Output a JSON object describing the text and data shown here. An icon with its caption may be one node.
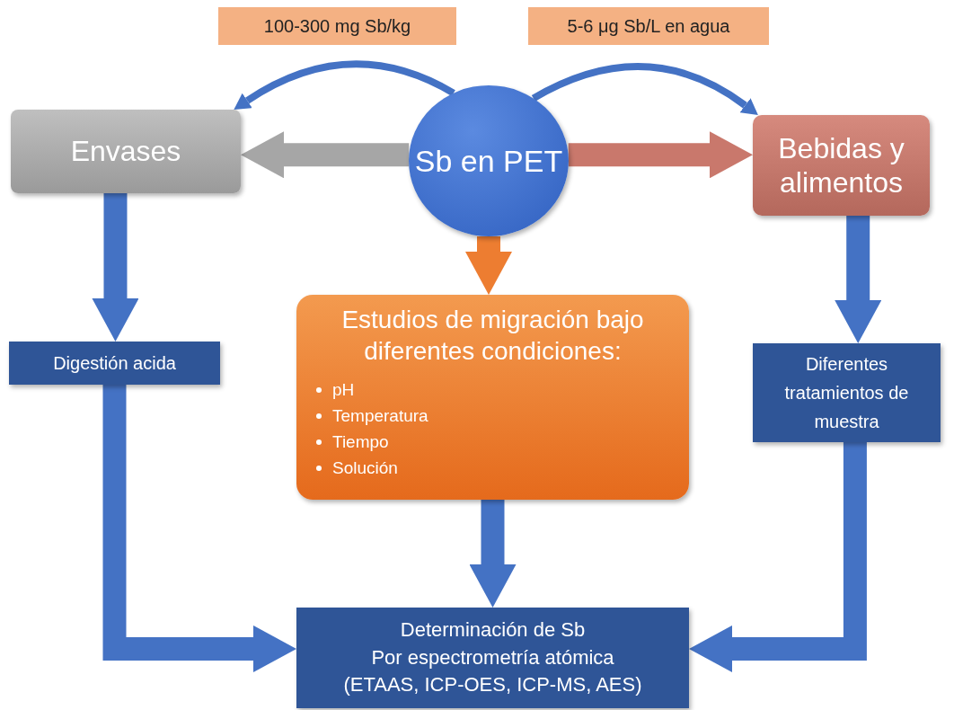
{
  "diagram": {
    "nodes": [
      {
        "text": [
          "Sb en PET"
        ]
      },
      {
        "text": [
          "Envases"
        ]
      },
      {
        "text": [
          "Bebidas y alimentos"
        ]
      },
      {
        "text": [
          "Estudios de migración bajo diferentes condiciones:",
          "pH",
          "Temperatura",
          "Tiempo",
          "Solución"
        ]
      },
      {
        "text": [
          "Digestión acida"
        ]
      },
      {
        "text": [
          "Diferentes tratamientos de muestra"
        ]
      },
      {
        "text": [
          "Determinación de Sb",
          "Por espectrometría atómica",
          "(ETAAS, ICP-OES, ICP-MS, AES)"
        ]
      }
    ],
    "edges": [
      {
        "from": 0,
        "to": 1,
        "arrow": "to",
        "label": "100-300 mg Sb/kg"
      },
      {
        "from": 0,
        "to": 2,
        "arrow": "to",
        "label": "5-6 μg Sb/L en agua"
      },
      {
        "from": 0,
        "to": 1,
        "arrow": "to",
        "color": "#a6a6a6"
      },
      {
        "from": 0,
        "to": 2,
        "arrow": "to",
        "color": "#c9786c"
      },
      {
        "from": 0,
        "to": 3,
        "arrow": "to",
        "color": "#ed7d31"
      },
      {
        "from": 1,
        "to": 4,
        "arrow": "to"
      },
      {
        "from": 2,
        "to": 5,
        "arrow": "to"
      },
      {
        "from": 3,
        "to": 6,
        "arrow": "to"
      },
      {
        "from": 4,
        "to": 6,
        "arrow": "to"
      },
      {
        "from": 5,
        "to": 6,
        "arrow": "to"
      }
    ]
  }
}
